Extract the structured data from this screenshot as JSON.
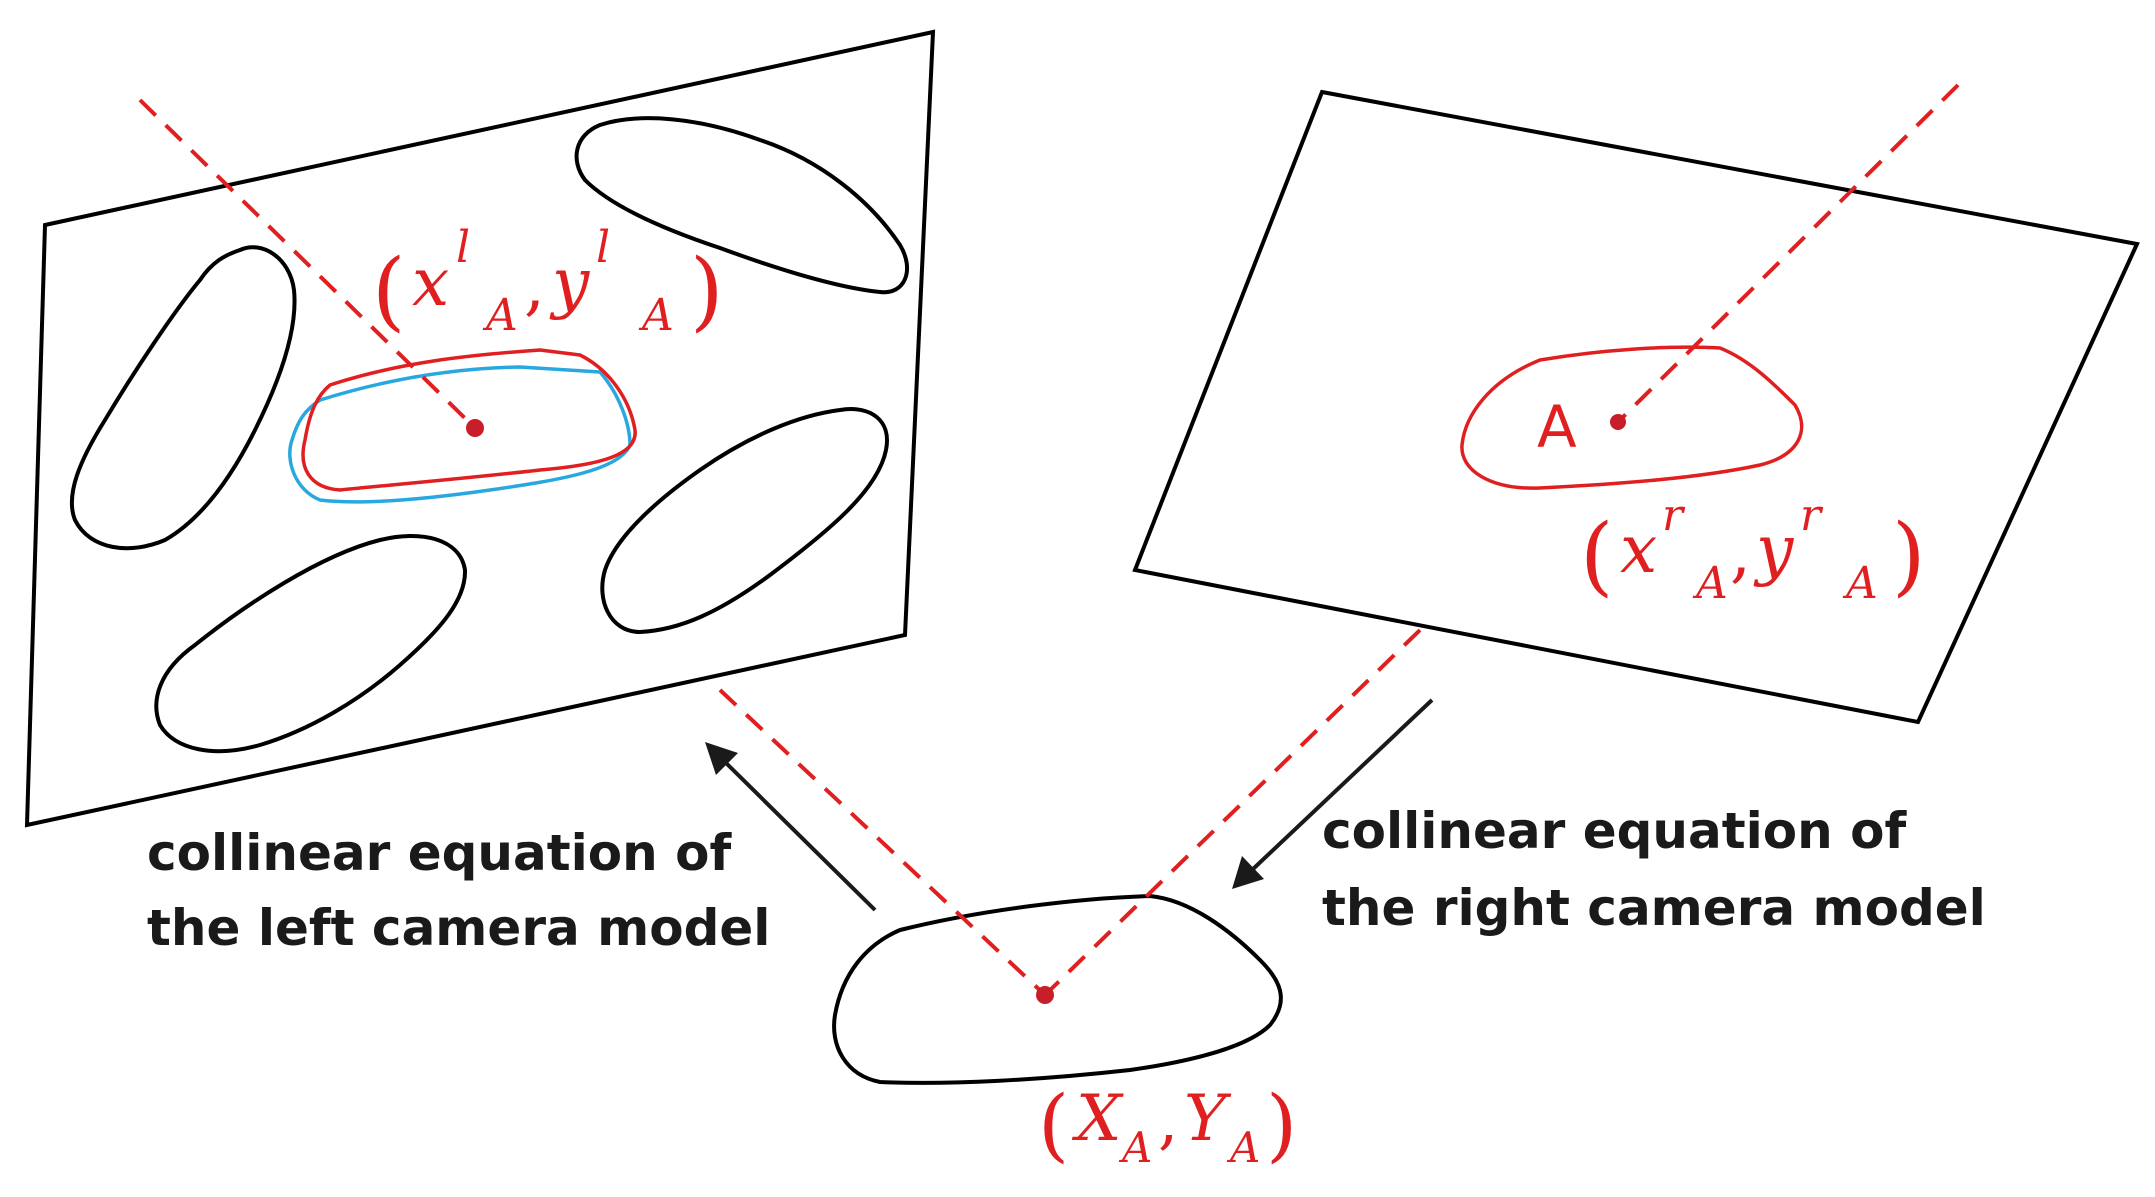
{
  "labels": {
    "left_image_point": {
      "base_x": "x",
      "sup_x": "l",
      "sub_x": "A",
      "base_y": "y",
      "sup_y": "l",
      "sub_y": "A"
    },
    "right_image_point": {
      "base_x": "x",
      "sup_x": "r",
      "sub_x": "A",
      "base_y": "y",
      "sup_y": "r",
      "sub_y": "A"
    },
    "object_point": {
      "base_x": "X",
      "sub_x": "A",
      "base_y": "Y",
      "sub_y": "A"
    },
    "point_letter": "A",
    "paren_open": "(",
    "paren_close": ")",
    "comma": ","
  },
  "captions": {
    "left": [
      "collinear equation of",
      "the left camera model"
    ],
    "right": [
      "collinear equation of",
      "the right camera model"
    ]
  },
  "colors": {
    "ray": "#e02020",
    "point": "#c81e2a",
    "outline": "#000000",
    "match_left": "#e02020",
    "match_left_alt": "#29a8e0",
    "caption": "#1a1a1a"
  }
}
